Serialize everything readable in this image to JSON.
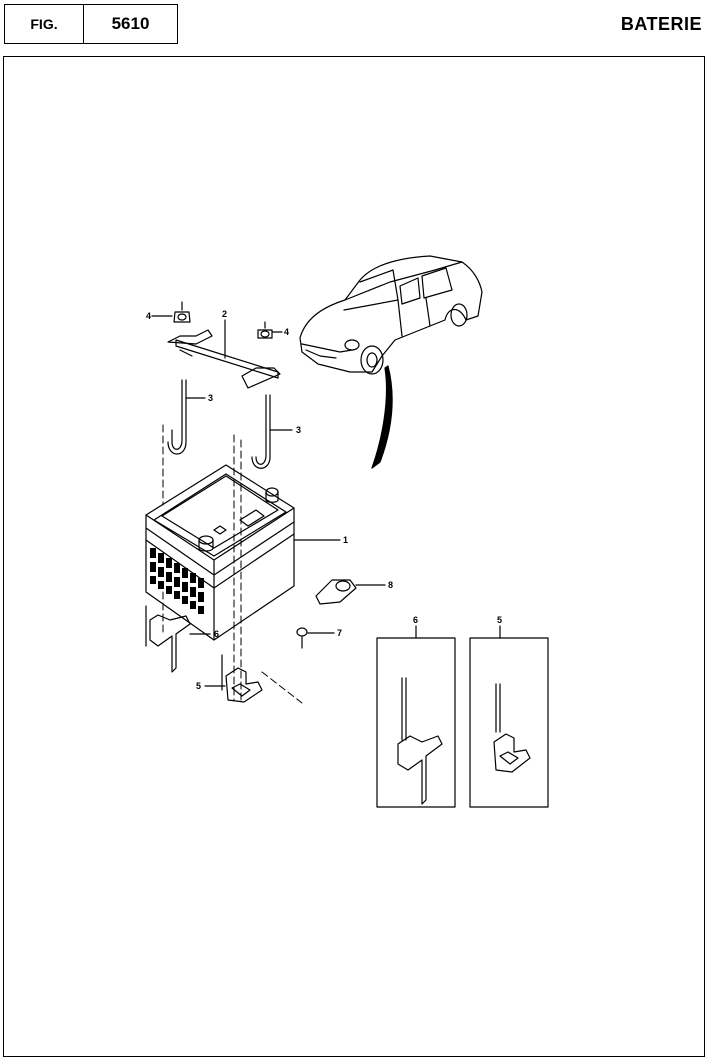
{
  "header": {
    "fig_label": "FIG.",
    "fig_number": "5610",
    "section_title": "BATERIE"
  },
  "callouts": {
    "battery": "1",
    "hold_down_bar": "2",
    "hook_bolt_left": "3",
    "hook_bolt_right": "3",
    "nut_left": "4",
    "nut_right": "4",
    "bracket_front": "5",
    "bracket_rear": "6",
    "screw": "7",
    "terminal_cover": "8"
  },
  "detail_boxes": {
    "left_label": "6",
    "right_label": "5"
  }
}
